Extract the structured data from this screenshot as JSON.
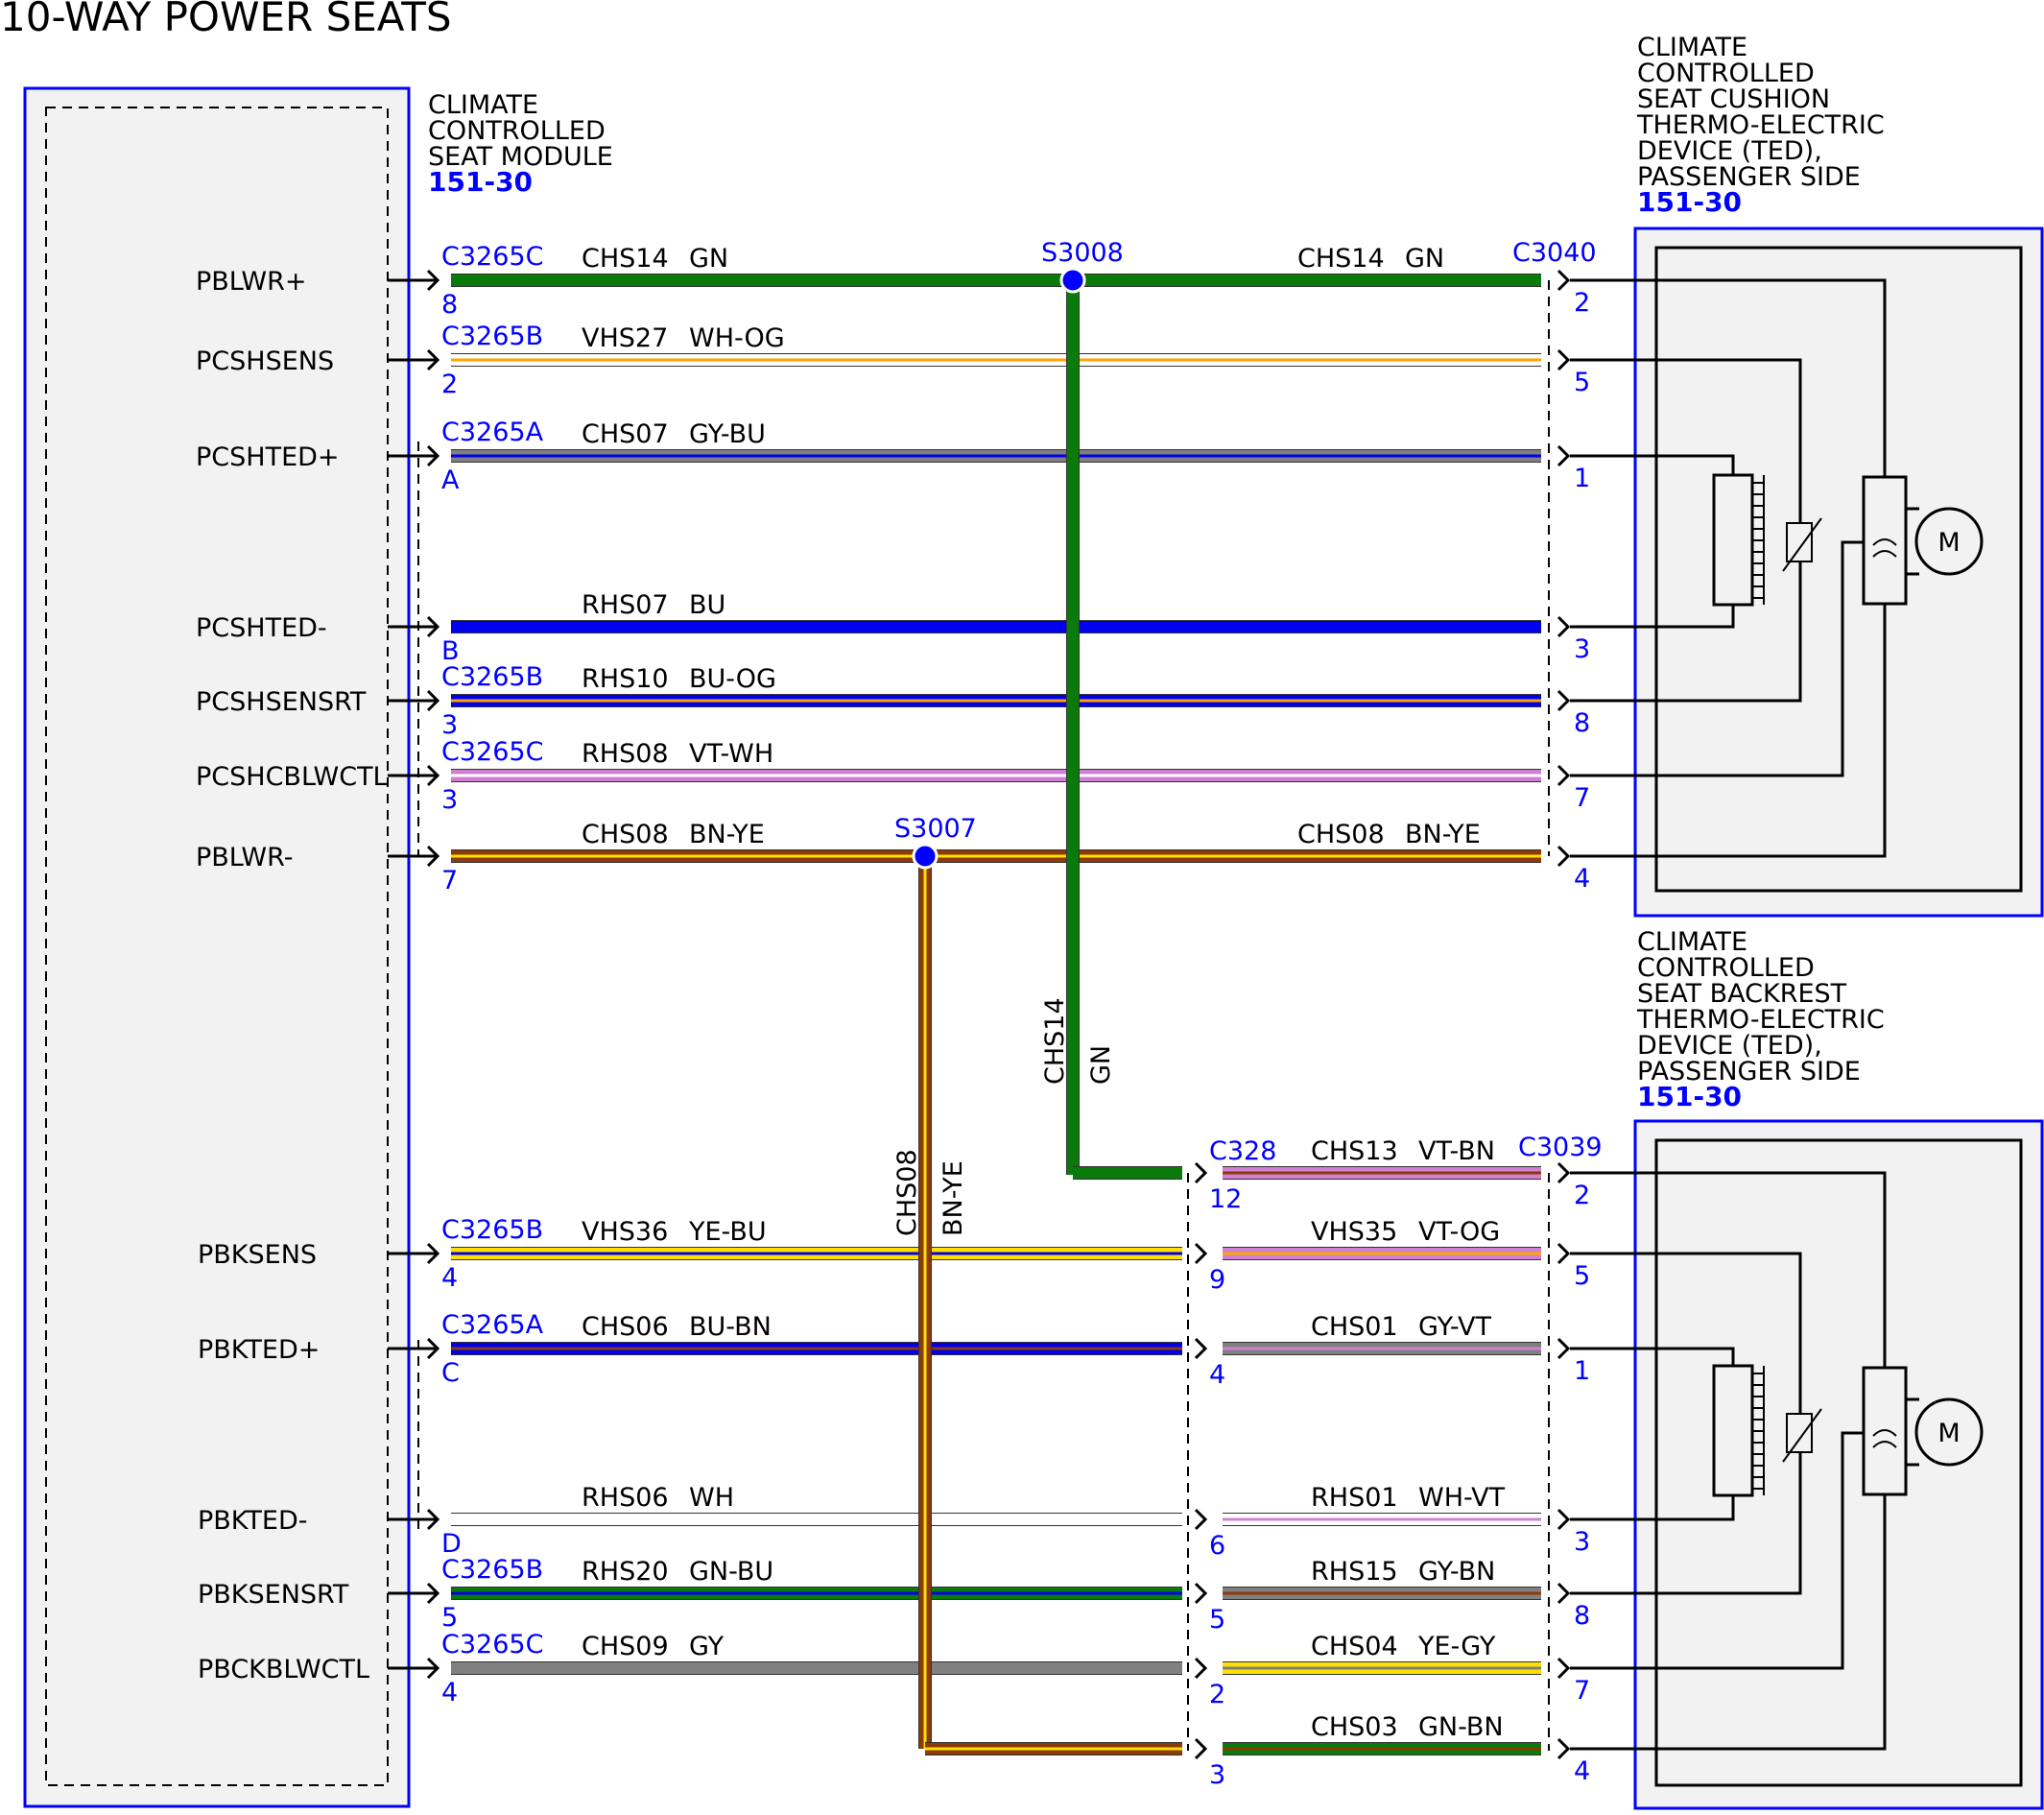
{
  "title": "10-WAY POWER SEATS",
  "module": {
    "lines": [
      "CLIMATE",
      "CONTROLLED",
      "SEAT MODULE"
    ],
    "ref": "151-30"
  },
  "cushion": {
    "lines": [
      "CLIMATE",
      "CONTROLLED",
      "SEAT CUSHION",
      "THERMO-ELECTRIC",
      "DEVICE (TED),",
      "PASSENGER SIDE"
    ],
    "ref": "151-30"
  },
  "backrest": {
    "lines": [
      "CLIMATE",
      "CONTROLLED",
      "SEAT BACKREST",
      "THERMO-ELECTRIC",
      "DEVICE (TED),",
      "PASSENGER SIDE"
    ],
    "ref": "151-30"
  },
  "splices": {
    "s3008": "S3008",
    "s3007": "S3007"
  },
  "connectors": {
    "c3040": "C3040",
    "c3039": "C3039",
    "c328": "C328"
  },
  "vertical_labels": {
    "chs14": "CHS14",
    "gn": "GN",
    "chs08": "CHS08",
    "bnye": "BN-YE"
  },
  "motor_label": "M",
  "top_rows": [
    {
      "pin_name": "PBLWR+",
      "conn": "C3265C",
      "pin": "8",
      "circuit": "CHS14",
      "color": "GN",
      "circuit2": "CHS14",
      "color2": "GN",
      "dest_pin": "2"
    },
    {
      "pin_name": "PCSHSENS",
      "conn": "C3265B",
      "pin": "2",
      "circuit": "VHS27",
      "color": "WH-OG",
      "dest_pin": "5"
    },
    {
      "pin_name": "PCSHTED+",
      "conn": "C3265A",
      "pin": "A",
      "circuit": "CHS07",
      "color": "GY-BU",
      "dest_pin": "1"
    },
    {
      "pin_name": "PCSHTED-",
      "conn": "",
      "pin": "B",
      "circuit": "RHS07",
      "color": "BU",
      "dest_pin": "3"
    },
    {
      "pin_name": "PCSHSENSRT",
      "conn": "C3265B",
      "pin": "3",
      "circuit": "RHS10",
      "color": "BU-OG",
      "dest_pin": "8"
    },
    {
      "pin_name": "PCSHCBLWCTL",
      "conn": "C3265C",
      "pin": "3",
      "circuit": "RHS08",
      "color": "VT-WH",
      "dest_pin": "7"
    },
    {
      "pin_name": "PBLWR-",
      "conn": "",
      "pin": "7",
      "circuit": "CHS08",
      "color": "BN-YE",
      "circuit2": "CHS08",
      "color2": "BN-YE",
      "dest_pin": "4"
    }
  ],
  "bottom_rows": [
    {
      "pin_name": "",
      "conn": "",
      "pin": "",
      "circuit": "",
      "color": "",
      "c328_pin": "12",
      "circuit2": "CHS13",
      "color2": "VT-BN",
      "dest_pin": "2"
    },
    {
      "pin_name": "PBKSENS",
      "conn": "C3265B",
      "pin": "4",
      "circuit": "VHS36",
      "color": "YE-BU",
      "c328_pin": "9",
      "circuit2": "VHS35",
      "color2": "VT-OG",
      "dest_pin": "5"
    },
    {
      "pin_name": "PBKTED+",
      "conn": "C3265A",
      "pin": "C",
      "circuit": "CHS06",
      "color": "BU-BN",
      "c328_pin": "4",
      "circuit2": "CHS01",
      "color2": "GY-VT",
      "dest_pin": "1"
    },
    {
      "pin_name": "PBKTED-",
      "conn": "",
      "pin": "D",
      "circuit": "RHS06",
      "color": "WH",
      "c328_pin": "6",
      "circuit2": "RHS01",
      "color2": "WH-VT",
      "dest_pin": "3"
    },
    {
      "pin_name": "PBKSENSRT",
      "conn": "C3265B",
      "pin": "5",
      "circuit": "RHS20",
      "color": "GN-BU",
      "c328_pin": "5",
      "circuit2": "RHS15",
      "color2": "GY-BN",
      "dest_pin": "8"
    },
    {
      "pin_name": "PBCKBLWCTL",
      "conn": "C3265C",
      "pin": "4",
      "circuit": "CHS09",
      "color": "GY",
      "c328_pin": "2",
      "circuit2": "CHS04",
      "color2": "YE-GY",
      "dest_pin": "7"
    },
    {
      "pin_name": "",
      "conn": "",
      "pin": "",
      "circuit": "",
      "color": "",
      "c328_pin": "3",
      "circuit2": "CHS03",
      "color2": "GN-BN",
      "dest_pin": "4"
    }
  ],
  "colors": {
    "GN": "#0a7a0a",
    "BU": "#0000ee",
    "BN": "#8b3a0a",
    "YE": "#ffe000",
    "WH": "#ffffff",
    "OG": "#ffa500",
    "GY": "#808080",
    "VT": "#d080d0",
    "PK": "#f080c0",
    "blue_ref": "#0000ff"
  }
}
